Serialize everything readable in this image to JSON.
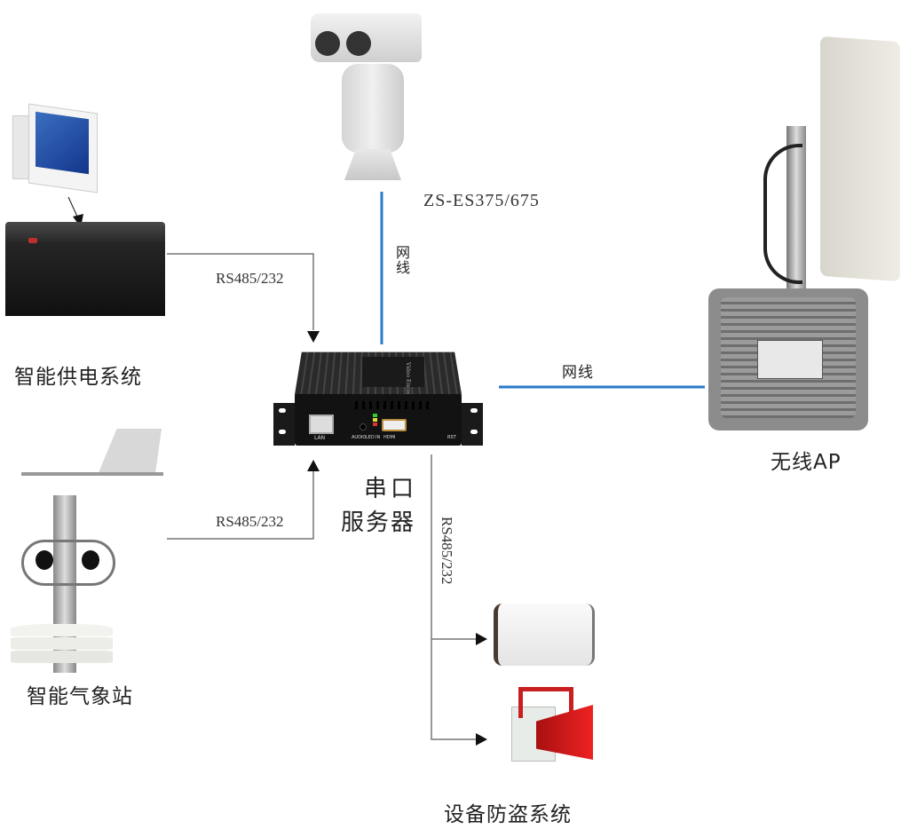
{
  "diagram": {
    "title": "串口服务器 network topology",
    "center_device": {
      "label_line1": "串口",
      "label_line2": "服务器",
      "panel_labels": [
        "LAN",
        "AUDIO",
        "LED",
        "IN",
        "HDMI",
        "RST"
      ],
      "top_text": "Video Encoder"
    },
    "nodes": {
      "camera": {
        "label": "ZS-ES375/675"
      },
      "power_system": {
        "label": "智能供电系统"
      },
      "weather_station": {
        "label": "智能气象站"
      },
      "wireless_ap": {
        "label": "无线AP"
      },
      "anti_theft": {
        "label": "设备防盗系统"
      }
    },
    "links": {
      "camera_link": {
        "label": "网线",
        "type": "ethernet",
        "color": "#2a7bc8"
      },
      "ap_link": {
        "label": "网线",
        "type": "ethernet",
        "color": "#2a7bc8"
      },
      "power_link": {
        "label": "RS485/232",
        "type": "serial",
        "color": "#555555"
      },
      "weather_link": {
        "label": "RS485/232",
        "type": "serial",
        "color": "#555555"
      },
      "antitheft_link": {
        "label": "RS485/232",
        "type": "serial",
        "color": "#555555"
      }
    }
  }
}
